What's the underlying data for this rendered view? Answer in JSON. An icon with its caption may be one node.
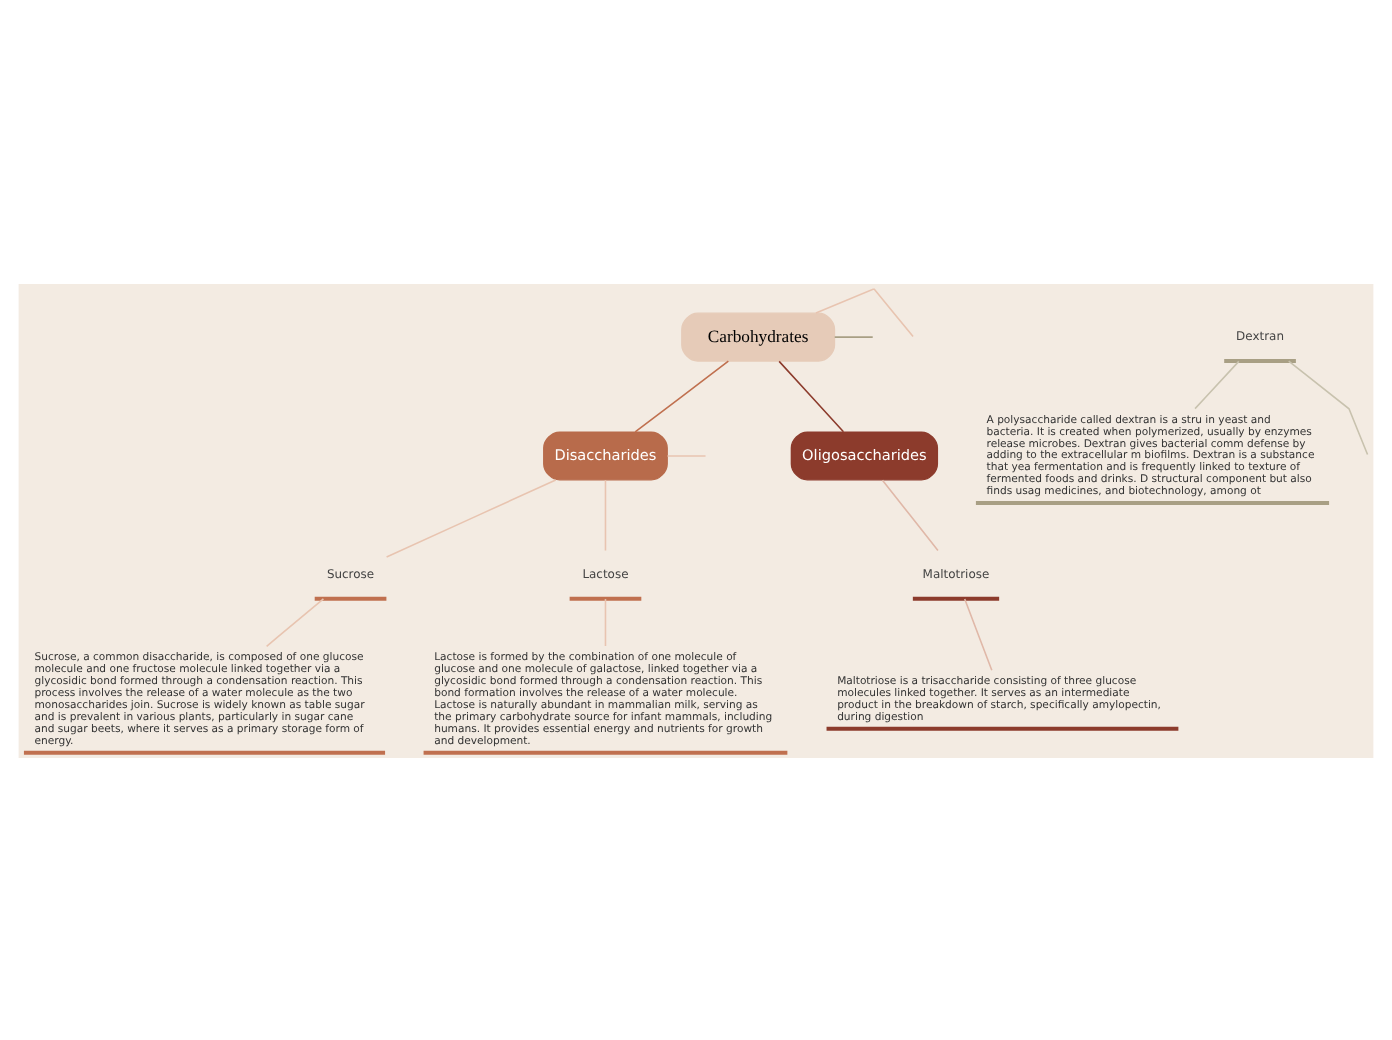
{
  "diagram": {
    "nodes": [
      {
        "text": [
          "Carbohydrates"
        ]
      },
      {
        "text": [
          "Disaccharides"
        ]
      },
      {
        "text": [
          "Oligosaccharides"
        ]
      },
      {
        "text": [
          "Sucrose"
        ]
      },
      {
        "text": [
          "Sucrose, a common disaccharide, is composed of one glucose molecule and one fructose molecule linked together via a glycosidic bond formed through a condensation reaction. This process involves the release of a water molecule as the two monosaccharides join. Sucrose is widely known as table sugar and is prevalent in various plants, particularly in sugar cane and sugar beets, where it serves as a primary storage form of energy."
        ]
      },
      {
        "text": [
          "Lactose"
        ]
      },
      {
        "text": [
          "Lactose is formed by the combination of one molecule of glucose and one molecule of galactose, linked together via a glycosidic bond formed through a condensation reaction. This bond formation involves the release of a water molecule. Lactose is naturally abundant in mammalian milk, serving as the primary carbohydrate source for infant mammals, including humans. It provides essential energy and nutrients for growth and development."
        ]
      },
      {
        "text": [
          "Maltotriose"
        ]
      },
      {
        "text": [
          "Maltotriose is a trisaccharide consisting of three glucose molecules linked together. It serves as an intermediate product in the breakdown of starch, specifically amylopectin, during digestion"
        ]
      },
      {
        "text": [
          "Dextran"
        ]
      },
      {
        "text": [
          "A polysaccharide called dextran is a stru in yeast and bacteria. It is created when polymerized, usually by enzymes release microbes. Dextran gives bacterial comm defense by adding to the extracellular m biofilms. Dextran is a substance that yea fermentation and is frequently linked to texture of fermented foods and drinks. D structural component but also finds usag medicines, and biotechnology, among ot"
        ]
      }
    ],
    "edges": [
      {
        "from": 0,
        "to": null,
        "arrow": "none",
        "color": "#e8c4b0"
      },
      {
        "from": 0,
        "to": 1,
        "arrow": "none",
        "color": "#c0704f"
      },
      {
        "from": 0,
        "to": 2,
        "arrow": "none",
        "color": "#8c3b2c"
      },
      {
        "from": 0,
        "to": null,
        "arrow": "none",
        "color": "#a89f84"
      },
      {
        "from": 1,
        "to": null,
        "arrow": "none",
        "color": "#e8c4b0"
      },
      {
        "from": 1,
        "to": 3,
        "arrow": "none",
        "color": "#e8c4b0"
      },
      {
        "from": 1,
        "to": 5,
        "arrow": "none",
        "color": "#e8c4b0"
      },
      {
        "from": 3,
        "to": 4,
        "arrow": "none",
        "color": "#e8c4b0"
      },
      {
        "from": 5,
        "to": 6,
        "arrow": "none",
        "color": "#e8c4b0"
      },
      {
        "from": 2,
        "to": 7,
        "arrow": "none",
        "color": "#e0b8a8"
      },
      {
        "from": 7,
        "to": 8,
        "arrow": "none",
        "color": "#e0b8a8"
      },
      {
        "from": null,
        "to": 9,
        "arrow": "none",
        "color": "#c8c2ae"
      },
      {
        "from": 9,
        "to": 10,
        "arrow": "none",
        "color": "#c8c2ae"
      }
    ]
  }
}
